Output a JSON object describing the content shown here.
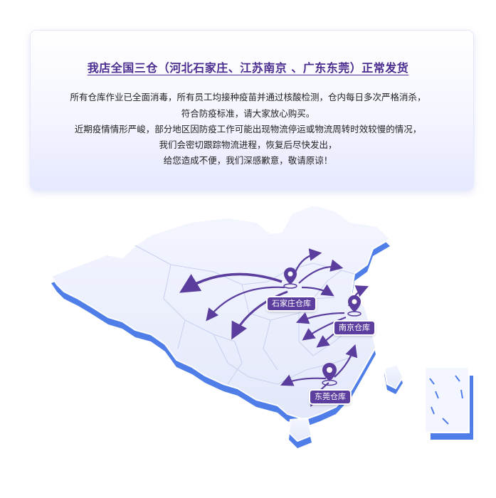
{
  "notice": {
    "title": "我店全国三仓（河北石家庄、江苏南京 、广东东莞）正常发货",
    "lines": [
      "所有仓库作业已全面消毒，所有员工均接种疫苗并通过核酸检测，仓内每日多次严格消杀，",
      "符合防疫标准，请大家放心购买。",
      "近期疫情情形严峻，部分地区因防疫工作可能出现物流停运或物流周转时效较慢的情况，",
      "我们会密切跟踪物流进程，恢复后尽快发出，",
      "给您造成不便，我们深感歉意，敬请原谅！"
    ]
  },
  "warehouses": {
    "shijiazhuang": "石家庄仓库",
    "nanjing": "南京仓库",
    "dongguan": "东莞仓库"
  },
  "colors": {
    "title": "#4b2d8f",
    "tag": "#5b3e9e",
    "pin": "#5a3d9d",
    "map_top": "#e8ecfb",
    "map_side": "#4f7ee8"
  }
}
